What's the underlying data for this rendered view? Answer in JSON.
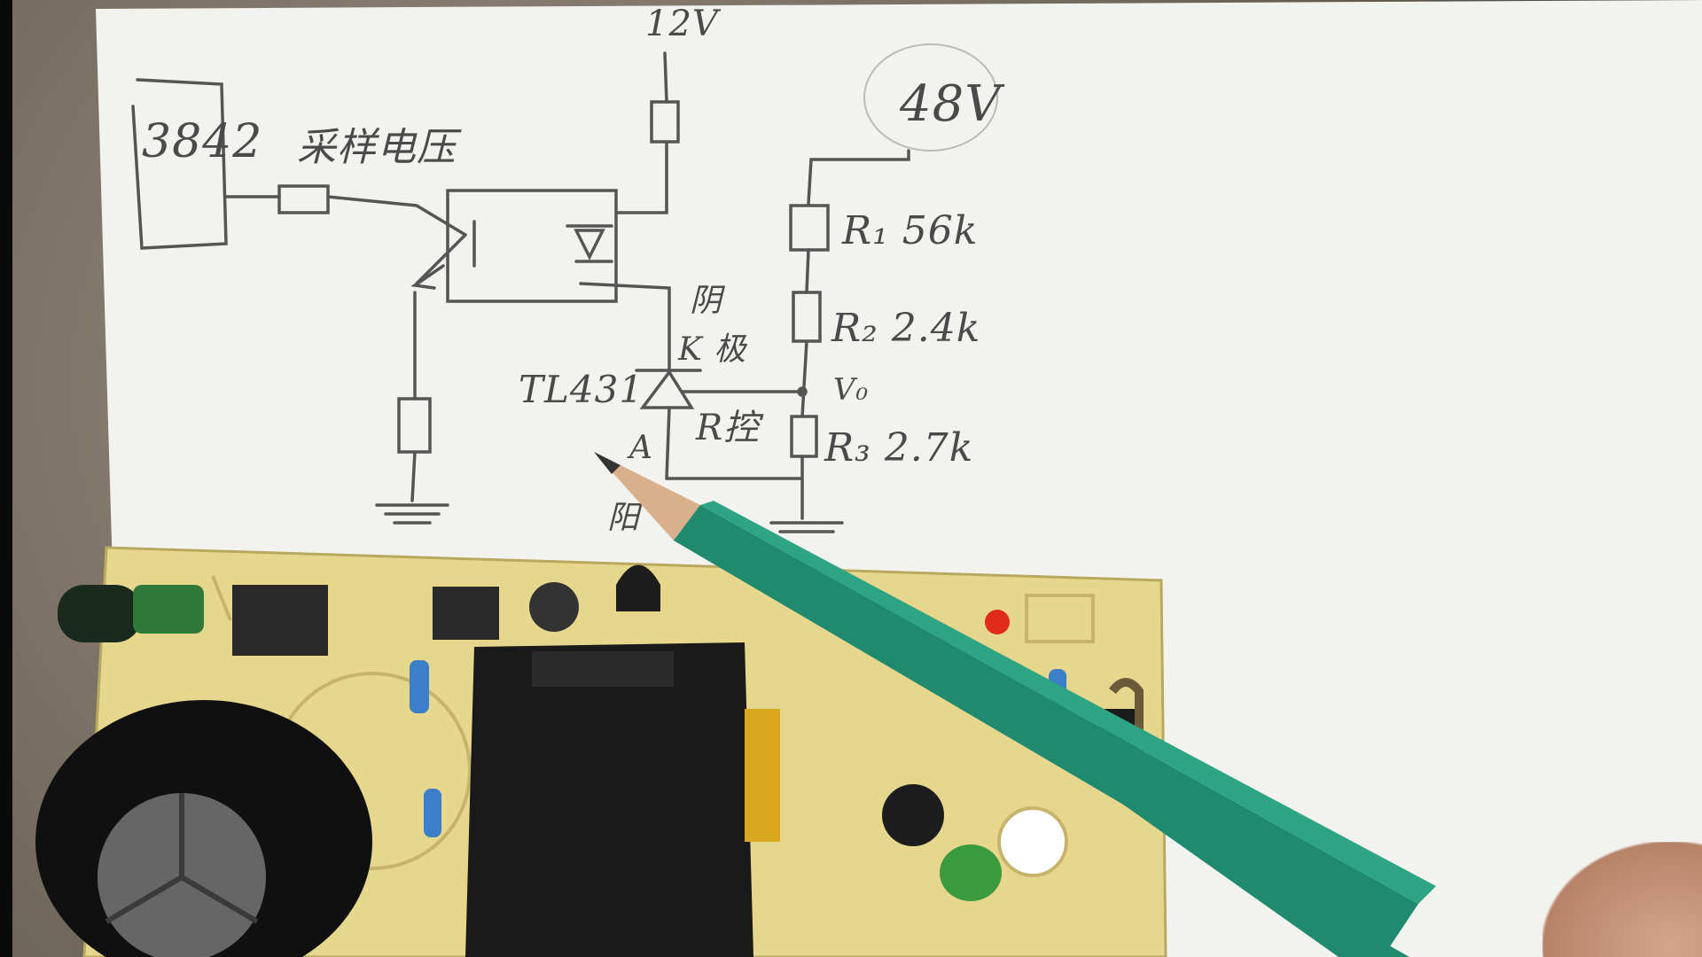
{
  "scene": {
    "description_type": "photo",
    "colors": {
      "paper": "#f4f4f2",
      "ink": "#4a4a4a",
      "pcb": "#e8d890",
      "pencil": "#1f8a6e",
      "capacitor": "#1a1a1a"
    }
  },
  "schematic": {
    "supply_12v": "12V",
    "supply_48v": "48V",
    "chip": "3842",
    "sampling_label": "采样电压",
    "r1": "R₁ 56k",
    "r2": "R₂ 2.4k",
    "r3": "R₃  2.7k",
    "tl431": "TL431",
    "cathode_note": "阴",
    "k_label": "K 极",
    "a_label": "A",
    "anode_note": "阳",
    "vo_label": "V₀",
    "r_control": "R控"
  },
  "icons": {
    "pencil": "pencil-icon",
    "capacitor": "capacitor-icon",
    "resistor": "resistor-icon"
  }
}
